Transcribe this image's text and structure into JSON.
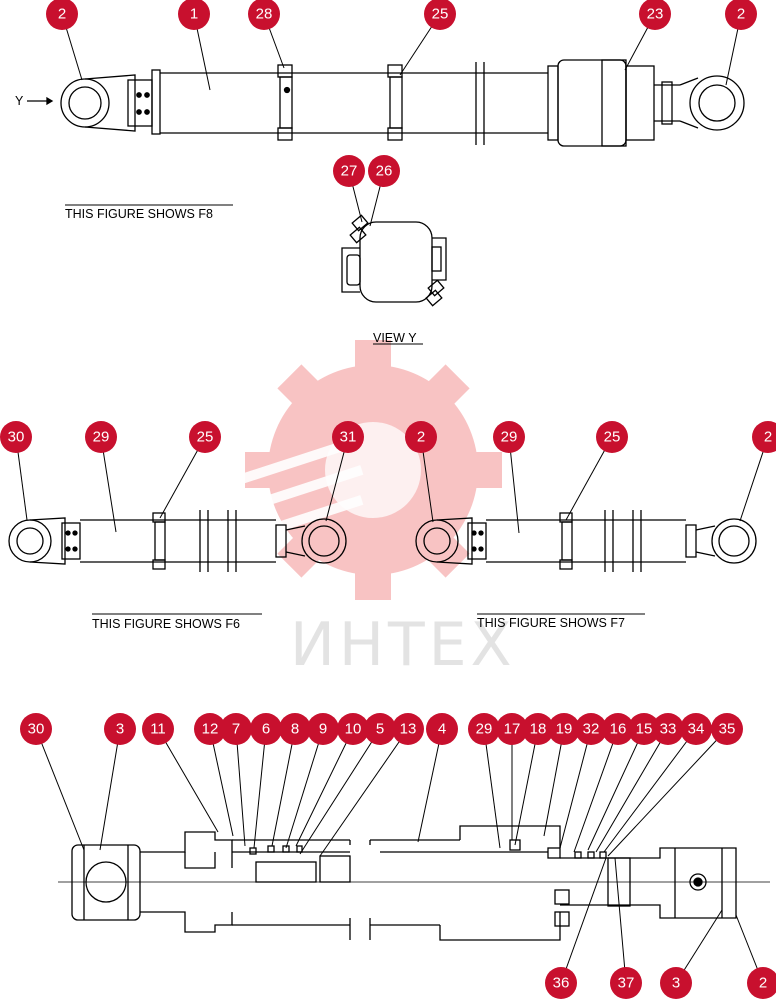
{
  "captions": {
    "f8": "THIS FIGURE SHOWS  F8",
    "view_y": "VIEW   Y",
    "y_arrow": "Y",
    "f6": "THIS FIGURE SHOWS  F6",
    "f7": "THIS FIGURE SHOWS  F7"
  },
  "watermark": {
    "text": "ИНТЕХ",
    "gear_color": "#f5a5a5",
    "text_color": "#e3e3e3"
  },
  "callout_color": "#c8102e",
  "callouts": {
    "fig1": [
      "2",
      "1",
      "28",
      "25",
      "23",
      "2"
    ],
    "view_y": [
      "27",
      "26"
    ],
    "fig2": [
      "30",
      "29",
      "25",
      "31"
    ],
    "fig3": [
      "2",
      "29",
      "25",
      "2"
    ],
    "section": [
      "30",
      "3",
      "11",
      "12",
      "7",
      "6",
      "8",
      "9",
      "10",
      "5",
      "13",
      "4",
      "29",
      "17",
      "18",
      "19",
      "32",
      "16",
      "15",
      "33",
      "34",
      "35",
      "36",
      "37",
      "3",
      "2"
    ]
  }
}
